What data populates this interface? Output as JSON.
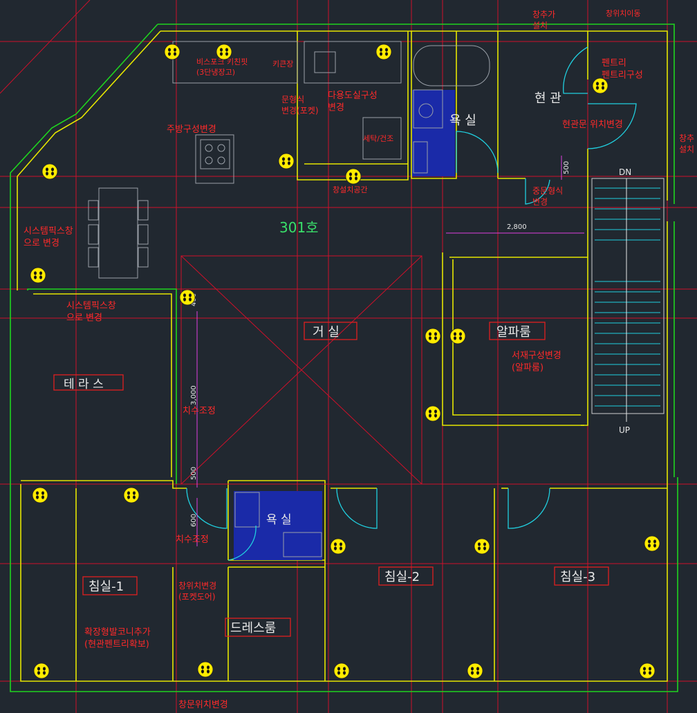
{
  "plan": {
    "unit_label": "301호",
    "rooms": {
      "living": "거  실",
      "terrace": "테 라 스",
      "alpha_room": "알파룸",
      "bath_top": "욕 실",
      "bath_mid": "욕 실",
      "entrance": "현 관",
      "bedroom1": "침실-1",
      "bedroom2": "침실-2",
      "bedroom3": "침실-3",
      "dressroom": "드레스룸"
    },
    "stairs": {
      "down": "DN",
      "up": "UP"
    },
    "dimensions": {
      "width_top": "2,800",
      "d_500_a": "500",
      "d_3000": "3,000",
      "d_500_b": "500",
      "d_600": "600",
      "d_400": "400"
    },
    "annotations": {
      "window_add": "창추가\n설치",
      "window_move_top": "창위치이동",
      "pantry": "펜트리\n펜트리구성",
      "bistro": "비스포크 키친핏\n(3단냉장고)",
      "key_storage": "키큰장",
      "pocket_door": "문형식\n변경(포켓)",
      "multi_bath": "다용도실구성\n변경",
      "kitchen_change": "주방구성변경",
      "laundry": "세탁/건조",
      "window_space": "창설치공간",
      "entrance_move": "현관문 위치변경",
      "window_add_right": "창추\n설치",
      "folding_door": "중문형식\n변경",
      "system_window_1": "시스템픽스창\n으로 변경",
      "system_window_2": "시스템픽스창\n으로 변경",
      "bookshelf": "서재구성변경\n(알파룸)",
      "size_adjust_1": "치수조정",
      "size_adjust_2": "치수조정",
      "window_pocket": "창위치변경\n(포켓도어)",
      "balcony_ext": "확장형발코니추가\n(현관펜트리확보)",
      "window_move_bottom": "창문위치변경"
    }
  },
  "colors": {
    "background": "#212830",
    "wall_yellow": "#e6e600",
    "wall_green": "#1fd41f",
    "grid_red": "#d0102a",
    "door_cyan": "#20d0e0",
    "note_red": "#ff2a2a",
    "label_white": "#e8e8e8"
  }
}
